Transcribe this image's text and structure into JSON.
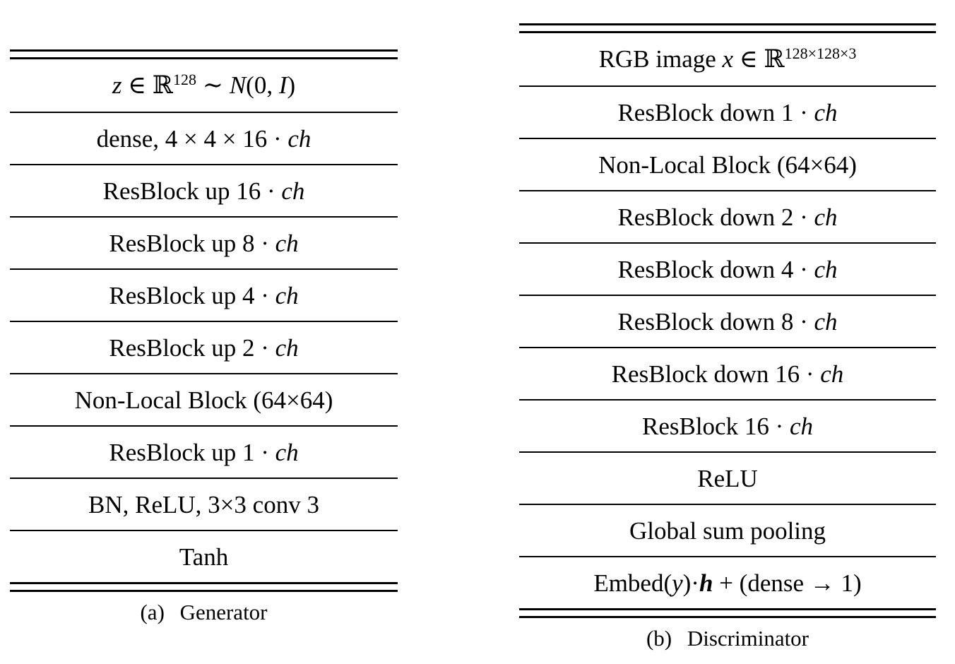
{
  "page": {
    "background": "#ffffff",
    "text_color": "#000000",
    "rule_color": "#000000"
  },
  "tables": [
    {
      "name": "generator",
      "caption": {
        "label": "(a)",
        "title": "Generator"
      },
      "rows": [
        {
          "segments": [
            {
              "t": "z",
              "s": "i"
            },
            {
              "t": " ∈ ℝ",
              "s": "r"
            },
            {
              "t": "128",
              "s": "sup"
            },
            {
              "t": " ∼ ",
              "s": "r"
            },
            {
              "t": "N",
              "s": "cal"
            },
            {
              "t": "(0, ",
              "s": "r"
            },
            {
              "t": "I",
              "s": "i"
            },
            {
              "t": ")",
              "s": "r"
            }
          ]
        },
        {
          "segments": [
            {
              "t": "dense, 4 × 4 × 16 · ",
              "s": "r"
            },
            {
              "t": "ch",
              "s": "i"
            }
          ]
        },
        {
          "segments": [
            {
              "t": "ResBlock up 16 · ",
              "s": "r"
            },
            {
              "t": "ch",
              "s": "i"
            }
          ]
        },
        {
          "segments": [
            {
              "t": "ResBlock up 8 · ",
              "s": "r"
            },
            {
              "t": "ch",
              "s": "i"
            }
          ]
        },
        {
          "segments": [
            {
              "t": "ResBlock up 4 · ",
              "s": "r"
            },
            {
              "t": "ch",
              "s": "i"
            }
          ]
        },
        {
          "segments": [
            {
              "t": "ResBlock up 2 · ",
              "s": "r"
            },
            {
              "t": "ch",
              "s": "i"
            }
          ]
        },
        {
          "segments": [
            {
              "t": "Non-Local Block (64×64)",
              "s": "r"
            }
          ]
        },
        {
          "segments": [
            {
              "t": "ResBlock up 1 · ",
              "s": "r"
            },
            {
              "t": "ch",
              "s": "i"
            }
          ]
        },
        {
          "segments": [
            {
              "t": "BN, ReLU, 3×3 conv 3",
              "s": "r"
            }
          ]
        },
        {
          "segments": [
            {
              "t": "Tanh",
              "s": "r"
            }
          ]
        }
      ]
    },
    {
      "name": "discriminator",
      "caption": {
        "label": "(b)",
        "title": "Discriminator"
      },
      "rows": [
        {
          "segments": [
            {
              "t": "RGB image ",
              "s": "r"
            },
            {
              "t": "x",
              "s": "i"
            },
            {
              "t": " ∈ ℝ",
              "s": "r"
            },
            {
              "t": "128×128×3",
              "s": "sup"
            }
          ]
        },
        {
          "segments": [
            {
              "t": "ResBlock down 1 · ",
              "s": "r"
            },
            {
              "t": "ch",
              "s": "i"
            }
          ]
        },
        {
          "segments": [
            {
              "t": "Non-Local Block (64×64)",
              "s": "r"
            }
          ]
        },
        {
          "segments": [
            {
              "t": "ResBlock down 2 · ",
              "s": "r"
            },
            {
              "t": "ch",
              "s": "i"
            }
          ]
        },
        {
          "segments": [
            {
              "t": "ResBlock down 4 · ",
              "s": "r"
            },
            {
              "t": "ch",
              "s": "i"
            }
          ]
        },
        {
          "segments": [
            {
              "t": "ResBlock down 8 · ",
              "s": "r"
            },
            {
              "t": "ch",
              "s": "i"
            }
          ]
        },
        {
          "segments": [
            {
              "t": "ResBlock down 16 · ",
              "s": "r"
            },
            {
              "t": "ch",
              "s": "i"
            }
          ]
        },
        {
          "segments": [
            {
              "t": "ResBlock 16 · ",
              "s": "r"
            },
            {
              "t": "ch",
              "s": "i"
            }
          ]
        },
        {
          "segments": [
            {
              "t": "ReLU",
              "s": "r"
            }
          ]
        },
        {
          "segments": [
            {
              "t": "Global sum pooling",
              "s": "r"
            }
          ]
        },
        {
          "segments": [
            {
              "t": "Embed(",
              "s": "r"
            },
            {
              "t": "y",
              "s": "i"
            },
            {
              "t": ")·",
              "s": "r"
            },
            {
              "t": "h",
              "s": "bi"
            },
            {
              "t": " + (dense → 1)",
              "s": "r"
            }
          ]
        }
      ]
    }
  ]
}
